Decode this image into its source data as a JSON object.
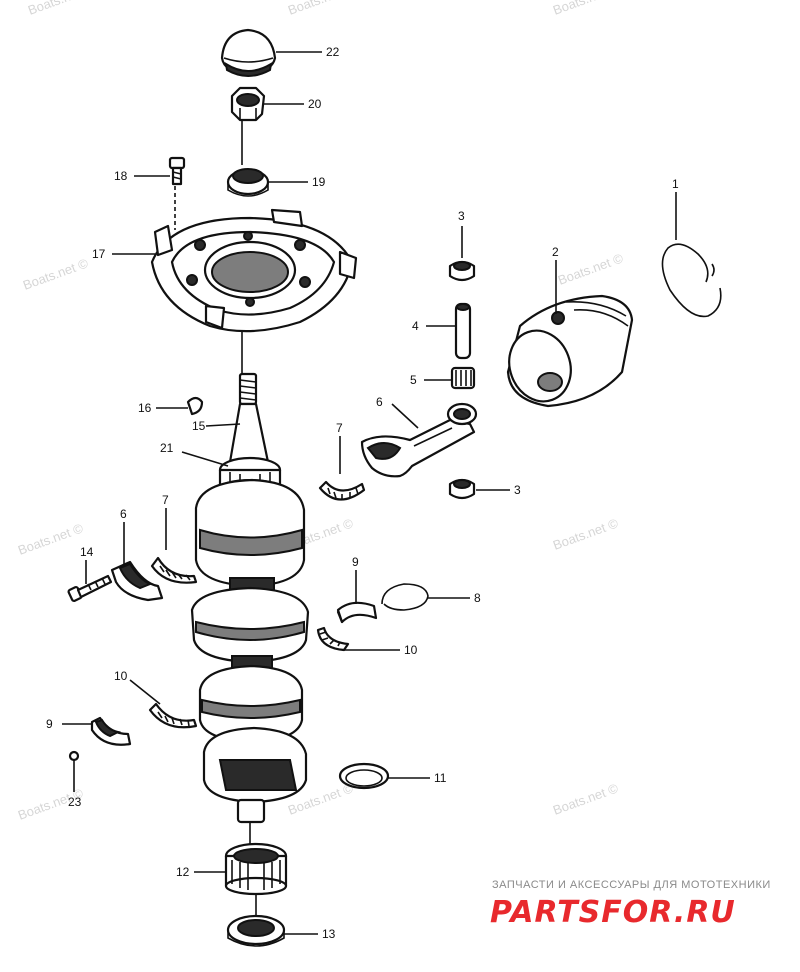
{
  "callouts": {
    "c1": "1",
    "c2": "2",
    "c3a": "3",
    "c3b": "3",
    "c4": "4",
    "c5": "5",
    "c6a": "6",
    "c6b": "6",
    "c7a": "7",
    "c7b": "7",
    "c8": "8",
    "c9a": "9",
    "c9b": "9",
    "c10a": "10",
    "c10b": "10",
    "c11": "11",
    "c12": "12",
    "c13": "13",
    "c14": "14",
    "c15": "15",
    "c16": "16",
    "c17": "17",
    "c18": "18",
    "c19": "19",
    "c20": "20",
    "c21": "21",
    "c22": "22",
    "c23": "23"
  },
  "watermark": {
    "text": "Boats.net ©"
  },
  "footer": {
    "tagline": "ЗАПЧАСТИ И АКСЕССУАРЫ ДЛЯ МОТОТЕХНИКИ",
    "brand": "PARTSFOR.RU",
    "brand_color": "#e8292d"
  }
}
